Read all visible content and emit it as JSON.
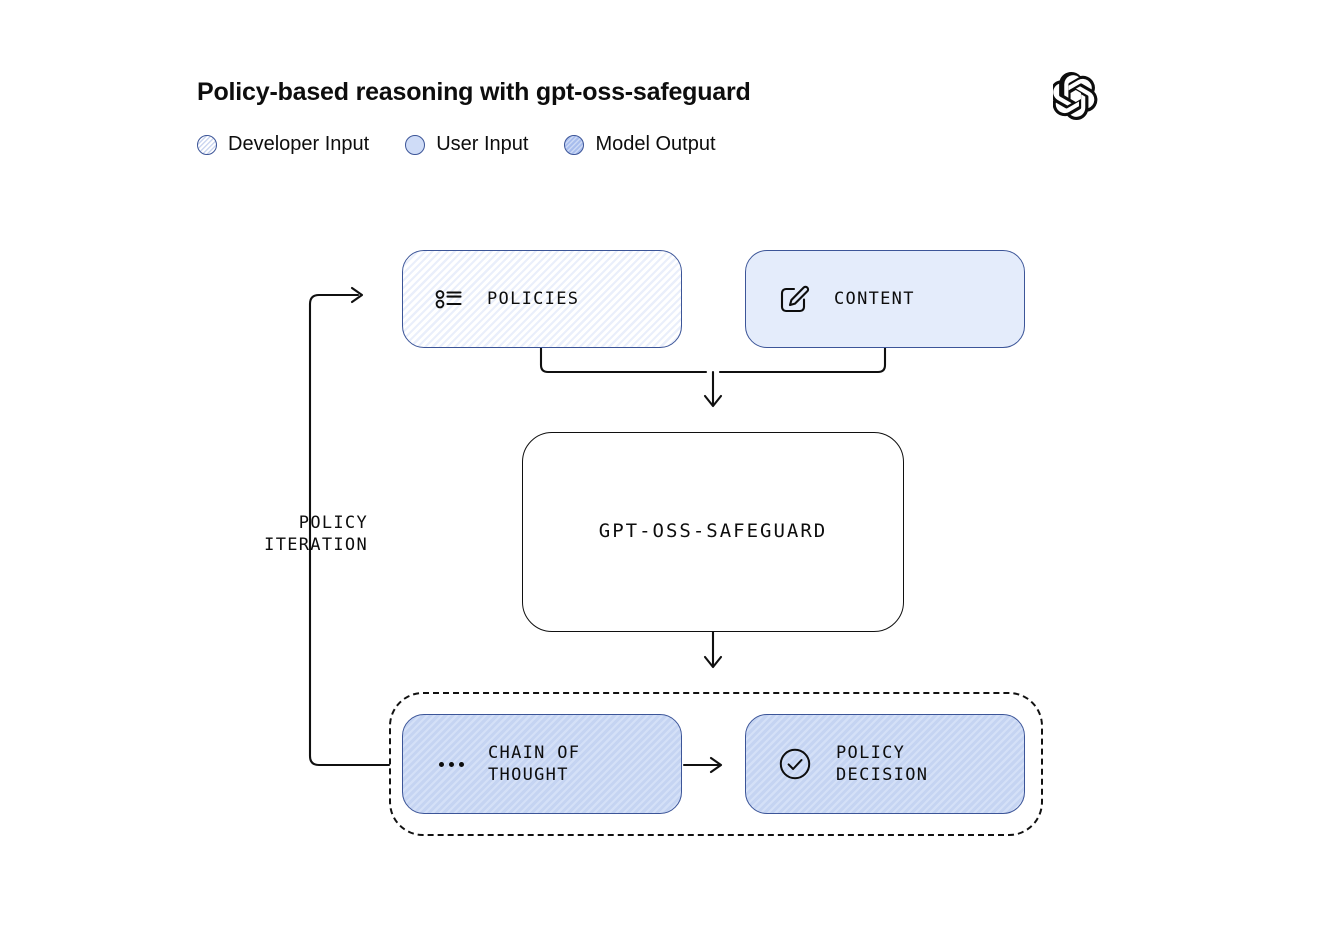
{
  "header": {
    "title": "Policy-based reasoning with gpt-oss-safeguard",
    "logo_name": "openai-logo"
  },
  "legend": {
    "items": [
      {
        "label": "Developer Input",
        "swatch": "hatched-white-circle",
        "color": "#ffffff",
        "border_color": "#3c5598"
      },
      {
        "label": "User Input",
        "swatch": "solid-light-blue-circle",
        "color": "#cfdcf7",
        "border_color": "#3c5598"
      },
      {
        "label": "Model Output",
        "swatch": "hatched-blue-circle",
        "color": "#a8bded",
        "border_color": "#3c5598"
      }
    ]
  },
  "diagram": {
    "nodes": {
      "policies": {
        "label": "POLICIES",
        "icon": "list-icon",
        "category": "Developer Input",
        "fill": "#ffffff"
      },
      "content": {
        "label": "CONTENT",
        "icon": "pencil-square-icon",
        "category": "User Input",
        "fill": "#e4ecfb"
      },
      "model": {
        "label": "GPT-OSS-SAFEGUARD",
        "category": "Model",
        "fill": "#ffffff"
      },
      "chain_of_thought": {
        "label": "CHAIN OF\nTHOUGHT",
        "icon": "ellipsis-icon",
        "category": "Model Output",
        "fill": "#c5d4f2"
      },
      "policy_decision": {
        "label": "POLICY\nDECISION",
        "icon": "check-circle-icon",
        "category": "Model Output",
        "fill": "#c5d4f2"
      }
    },
    "edges": {
      "feedback_label": "POLICY\nITERATION"
    }
  }
}
